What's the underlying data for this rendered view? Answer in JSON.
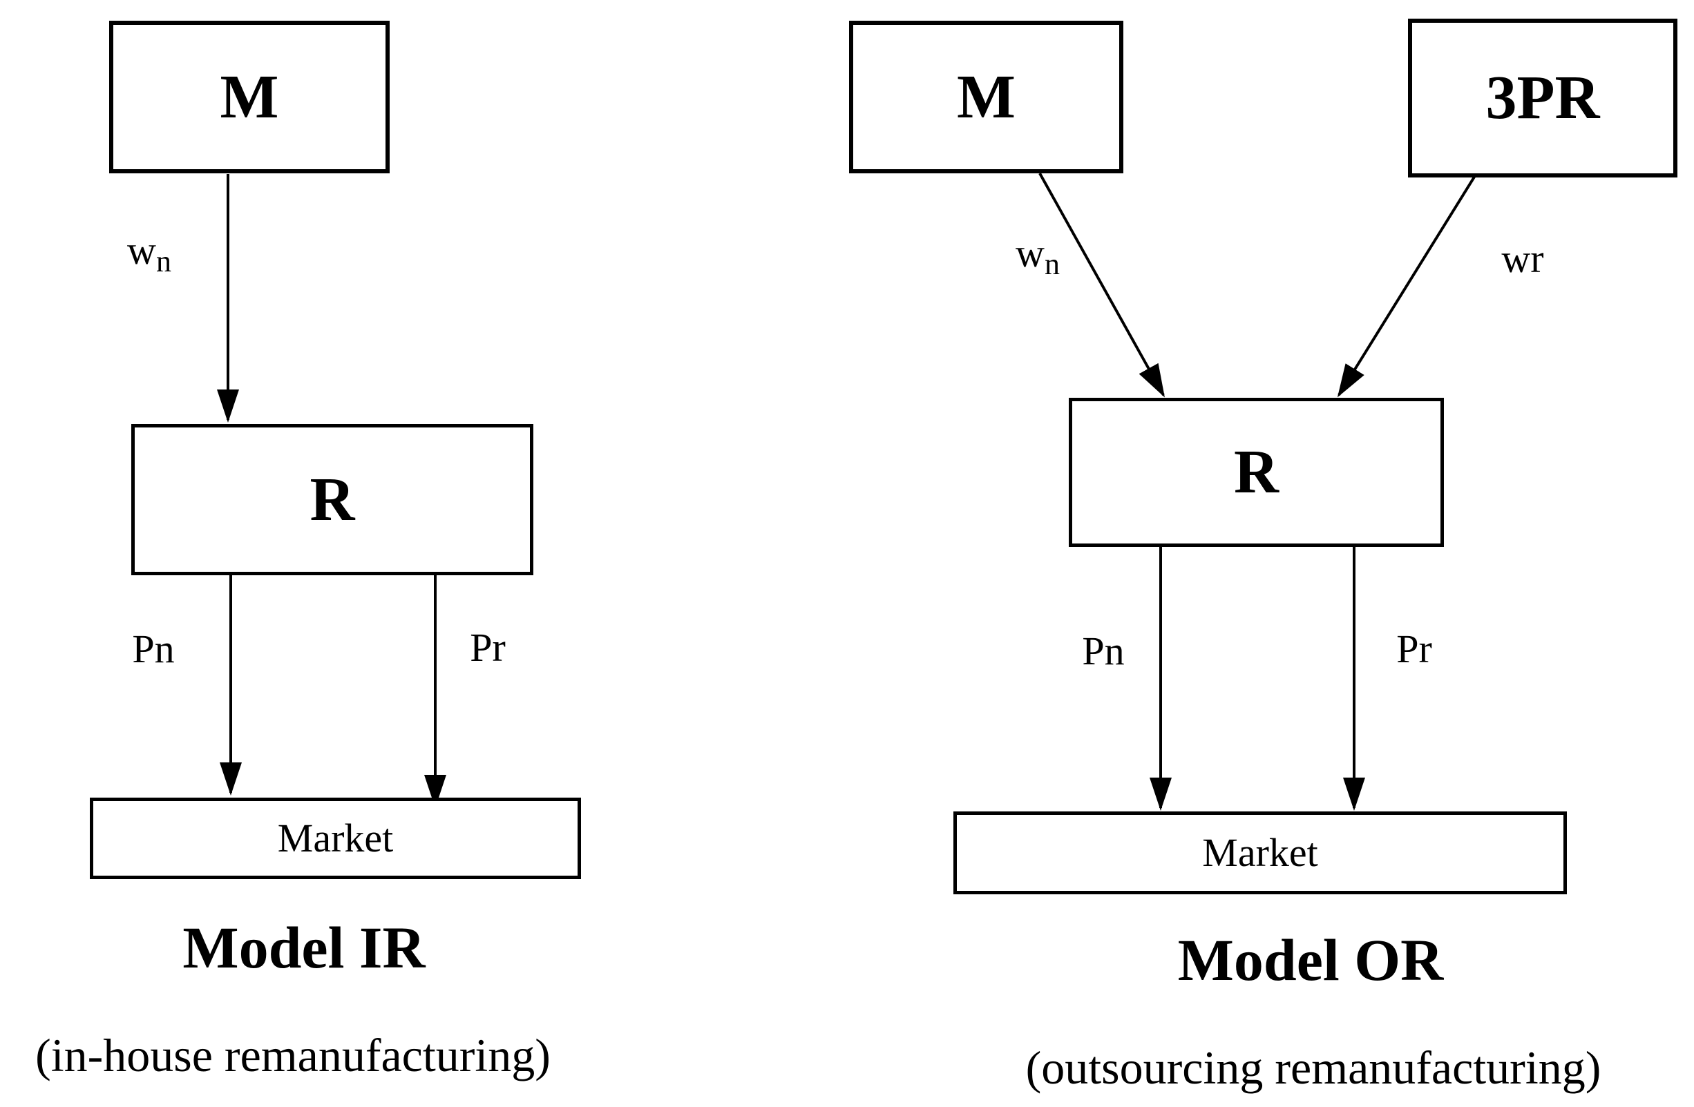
{
  "colors": {
    "ink": "#000000",
    "background": "#ffffff"
  },
  "diagrams": [
    {
      "title": "Model IR",
      "caption": "(in-house remanufacturing)",
      "nodes": {
        "manufacturer": "M",
        "retailer": "R",
        "market": "Market"
      },
      "edges": {
        "wholesale_new_base": "w",
        "wholesale_new_sub": "n",
        "price_new": "Pn",
        "price_remanufactured": "Pr"
      }
    },
    {
      "title": "Model OR",
      "caption": "(outsourcing remanufacturing)",
      "nodes": {
        "manufacturer": "M",
        "third_party_remanufacturer": "3PR",
        "retailer": "R",
        "market": "Market"
      },
      "edges": {
        "wholesale_new_base": "w",
        "wholesale_new_sub": "n",
        "wholesale_remanufactured": "wr",
        "price_new": "Pn",
        "price_remanufactured": "Pr"
      }
    }
  ]
}
